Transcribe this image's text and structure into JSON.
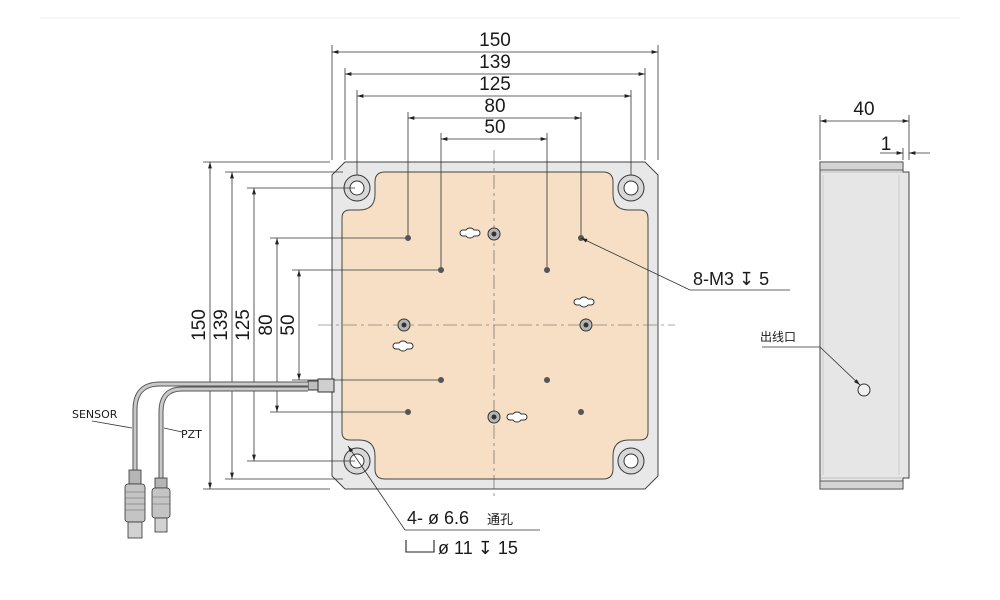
{
  "front_view": {
    "dims_horizontal": [
      "150",
      "139",
      "125",
      "80",
      "50"
    ],
    "dims_vertical": [
      "150",
      "139",
      "125",
      "80",
      "50"
    ],
    "threaded_holes": "8-M3",
    "threaded_depth": "5",
    "through_holes": "4-",
    "through_holes_size": "6.6",
    "through_holes_type": "通孔",
    "counterbore_size": "11",
    "counterbore_depth": "15",
    "cable_sensor_label": "SENSOR",
    "cable_pzt_label": "PZT"
  },
  "side_view": {
    "thickness": "40",
    "step": "1",
    "outlet_label": "出线口"
  },
  "colors": {
    "plate_face": "#f6dfc4",
    "housing": "#e6e6e6",
    "line": "#333333"
  }
}
